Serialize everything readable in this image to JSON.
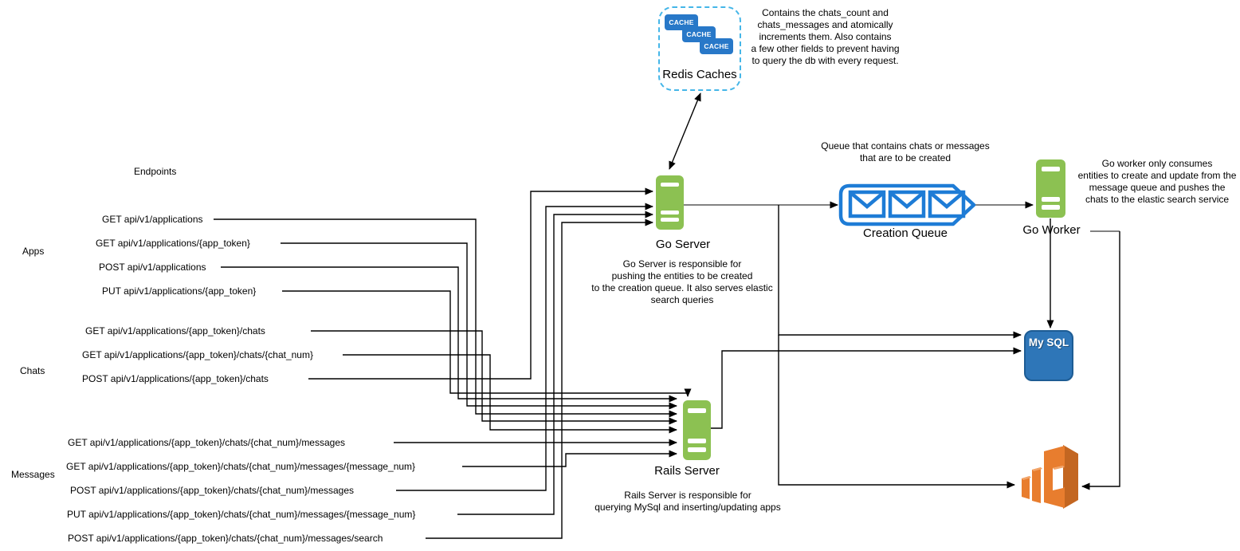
{
  "diagram": {
    "endpoints_header": "Endpoints",
    "groups": [
      {
        "label": "Apps",
        "items": [
          "GET api/v1/applications",
          "GET api/v1/applications/{app_token}",
          "POST api/v1/applications",
          "PUT api/v1/applications/{app_token}"
        ]
      },
      {
        "label": "Chats",
        "items": [
          "GET api/v1/applications/{app_token}/chats",
          "GET api/v1/applications/{app_token}/chats/{chat_num}",
          "POST api/v1/applications/{app_token}/chats"
        ]
      },
      {
        "label": "Messages",
        "items": [
          "GET api/v1/applications/{app_token}/chats/{chat_num}/messages",
          "GET api/v1/applications/{app_token}/chats/{chat_num}/messages/{message_num}",
          "POST api/v1/applications/{app_token}/chats/{chat_num}/messages",
          "PUT api/v1/applications/{app_token}/chats/{chat_num}/messages/{message_num}",
          "POST api/v1/applications/{app_token}/chats/{chat_num}/messages/search"
        ]
      }
    ],
    "nodes": {
      "redis": {
        "label": "Redis Caches",
        "cache_label": "CACHE",
        "note_lines": [
          "Contains the chats_count and",
          "chats_messages and atomically",
          "increments them. Also contains",
          "a few other fields to prevent having",
          "to query the db with every request."
        ]
      },
      "go_server": {
        "label": "Go Server",
        "note_lines": [
          "Go Server is responsible for",
          "pushing the entities to be created",
          "to the creation queue. It also serves elastic",
          "search queries"
        ]
      },
      "creation_queue": {
        "label": "Creation Queue",
        "note_lines": [
          "Queue that contains chats or messages",
          "that are to be created"
        ]
      },
      "go_worker": {
        "label": "Go Worker",
        "note_lines": [
          "Go worker only consumes",
          "entities to create and update from the",
          "message queue and pushes the",
          "chats to the elastic search service"
        ]
      },
      "mysql": {
        "label": "My SQL"
      },
      "rails_server": {
        "label": "Rails Server",
        "note_lines": [
          "Rails Server is responsible for",
          "querying MySql and inserting/updating apps"
        ]
      },
      "elastic_search": {
        "label": ""
      }
    },
    "colors": {
      "server_green": "#8cc152",
      "cache_blue": "#2878c8",
      "queue_blue": "#1e7cd6",
      "mysql_blue": "#2e76b8",
      "dashed_blue": "#45b6e8",
      "elastic_orange": "#e87d2e"
    }
  }
}
